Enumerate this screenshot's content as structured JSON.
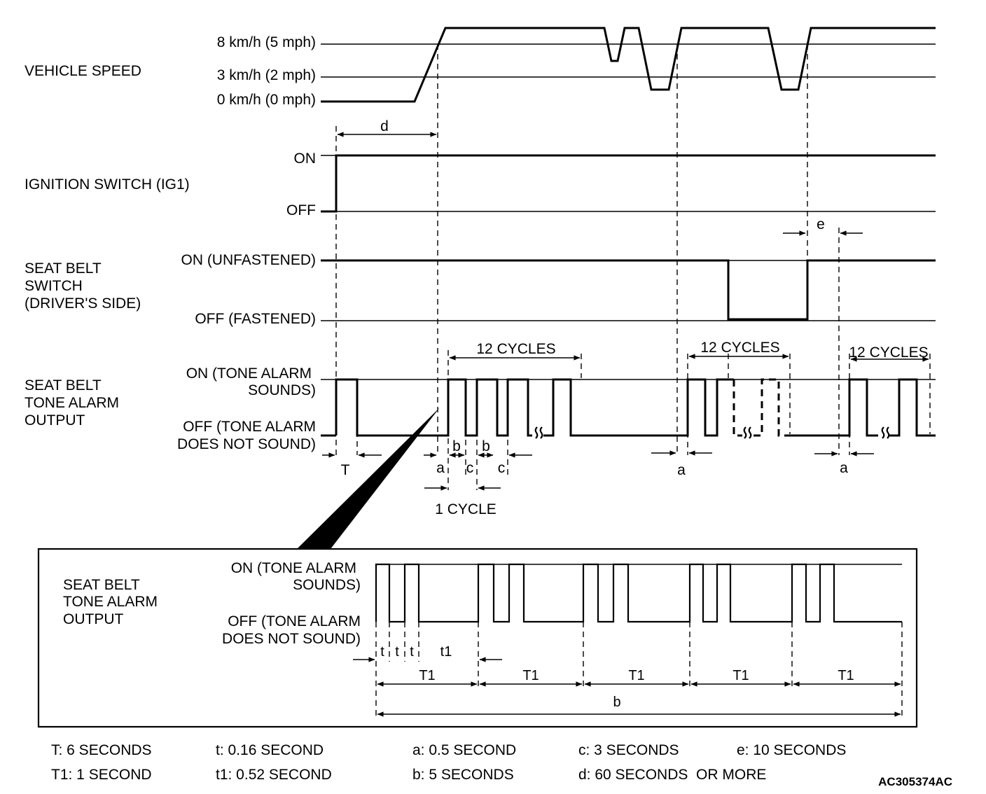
{
  "signals": {
    "speed": {
      "label": "VEHICLE SPEED",
      "levels": [
        "8 km/h (5 mph)",
        "3 km/h (2 mph)",
        "0 km/h (0 mph)"
      ]
    },
    "ignition": {
      "label": "IGNITION SWITCH (IG1)",
      "on": "ON",
      "off": "OFF"
    },
    "seatbelt_switch": {
      "label": [
        "SEAT BELT",
        "SWITCH",
        "(DRIVER'S SIDE)"
      ],
      "on": "ON (UNFASTENED)",
      "off": "OFF (FASTENED)"
    },
    "tone_alarm": {
      "label": [
        "SEAT BELT",
        "TONE ALARM",
        "OUTPUT"
      ],
      "on": [
        "ON (TONE ALARM",
        "SOUNDS)"
      ],
      "off": [
        "OFF (TONE ALARM",
        "DOES NOT SOUND)"
      ]
    }
  },
  "annotations": {
    "cycles": "12 CYCLES",
    "one_cycle": "1 CYCLE",
    "d": "d",
    "e": "e",
    "T": "T",
    "a": "a",
    "b": "b",
    "c": "c",
    "t": "t",
    "t1": "t1",
    "T1": "T1"
  },
  "inset": {
    "label": [
      "SEAT BELT",
      "TONE ALARM",
      "OUTPUT"
    ],
    "on": [
      "ON (TONE ALARM",
      "SOUNDS)"
    ],
    "off": [
      "OFF (TONE ALARM",
      "DOES NOT SOUND)"
    ]
  },
  "legend": [
    [
      "T: 6 SECONDS",
      "t: 0.16 SECOND",
      "a: 0.5 SECOND",
      "c: 3 SECONDS",
      "e: 10 SECONDS"
    ],
    [
      "T1: 1 SECOND",
      "t1: 0.52 SECOND",
      "b: 5 SECONDS",
      "d: 60 SECONDS  OR MORE"
    ]
  ],
  "figure_code": "AC305374AC"
}
